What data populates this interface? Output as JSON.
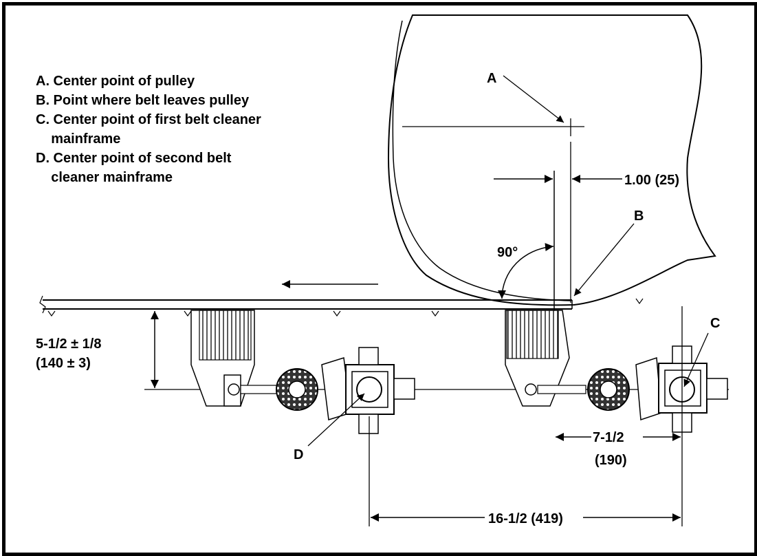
{
  "legend": {
    "a": "A. Center point of pulley",
    "b": "B. Point where belt leaves pulley",
    "c1": "C. Center point of first belt cleaner",
    "c2": "    mainframe",
    "d1": "D. Center point of second belt",
    "d2": "    cleaner mainframe"
  },
  "callouts": {
    "a": "A",
    "b": "B",
    "c": "C",
    "d": "D"
  },
  "dimensions": {
    "offset": "1.00 (25)",
    "angle": "90°",
    "height_in": "5-1/2 ± 1/8",
    "height_mm": "(140 ± 3)",
    "spacing_in": "7-1/2",
    "spacing_mm": "(190)",
    "total": "16-1/2 (419)"
  }
}
